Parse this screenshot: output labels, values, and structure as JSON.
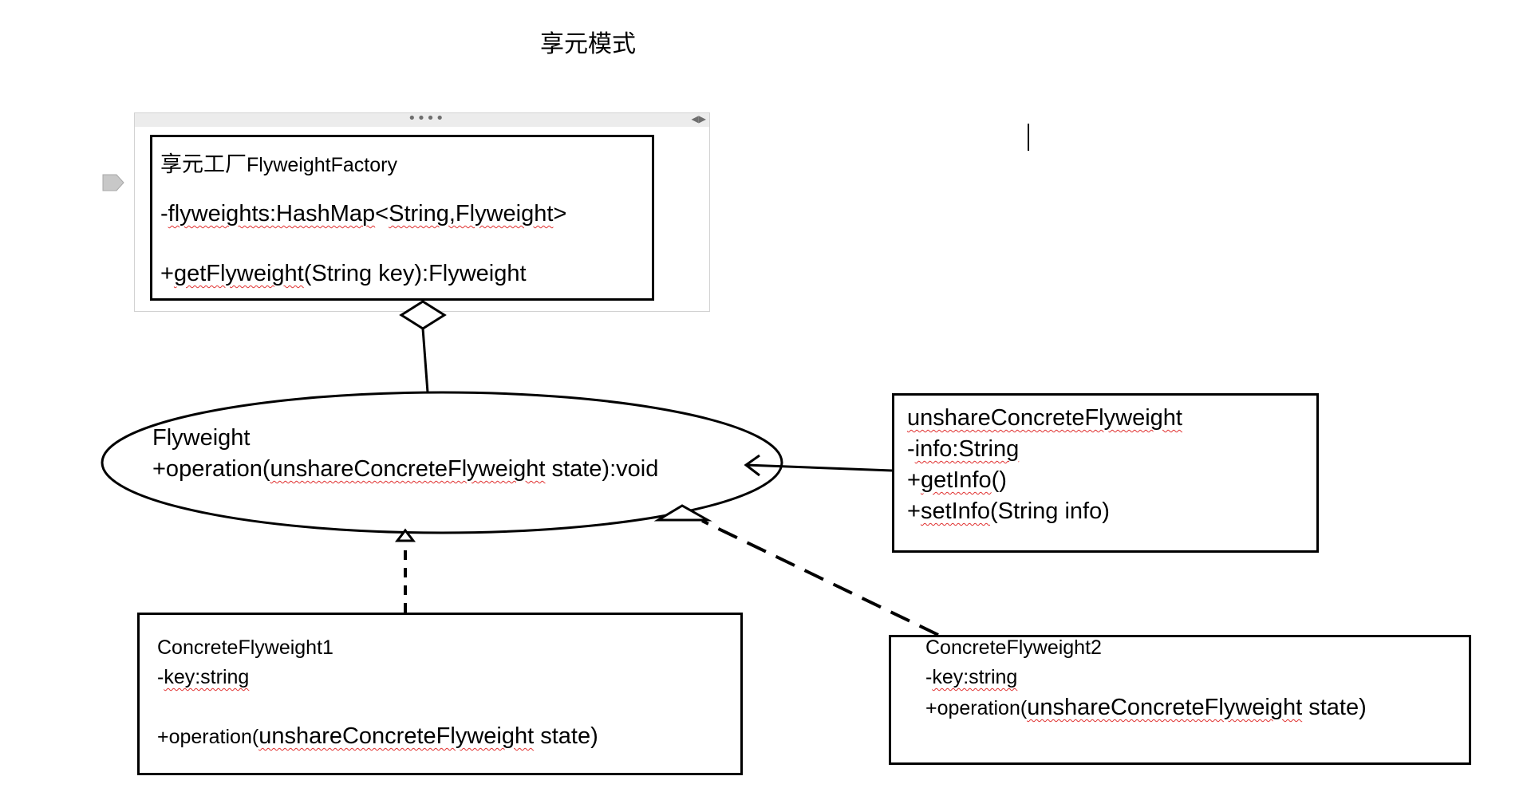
{
  "title": "享元模式",
  "factory": {
    "title_zh": "享元工厂",
    "title_en": "FlyweightFactory",
    "attr_prefix": "-",
    "attr_name": "flyweights:HashMap",
    "attr_lt": "<",
    "attr_generic": "String,Flyweight",
    "attr_gt": ">",
    "method_prefix": "+",
    "method_name": "getFlyweight",
    "method_rest": "(String key):Flyweight"
  },
  "flyweight": {
    "name": "Flyweight",
    "op_prefix": "+operation(",
    "op_param_type": "unshareConcreteFlyweight",
    "op_rest": " state):void"
  },
  "unshare": {
    "name": "unshareConcreteFlyweight",
    "attr_prefix": "-",
    "attr": "info:String",
    "getter_prefix": "+",
    "getter_name": "getInfo",
    "getter_rest": "()",
    "setter_prefix": "+",
    "setter_name": "setInfo",
    "setter_rest": "(String info)"
  },
  "concrete1": {
    "name": "ConcreteFlyweight1",
    "attr_prefix": "-",
    "attr": "key:string",
    "op_prefix": "+operation(",
    "op_param_type": "unshareConcreteFlyweight",
    "op_rest": " state)"
  },
  "concrete2": {
    "name": "ConcreteFlyweight2",
    "attr_prefix": "-",
    "attr": "key:string",
    "op_prefix": "+operation(",
    "op_param_type": "unshareConcreteFlyweight",
    "op_rest": " state)"
  },
  "frame": {
    "handle_glyph": "••••",
    "resize_glyph": "◀▶"
  },
  "colors": {
    "line": "#000000",
    "spellcheck": "#e0302f",
    "frame_border": "#d2d2d2",
    "frame_bar": "#ececec",
    "marker": "#c8c8c8"
  }
}
